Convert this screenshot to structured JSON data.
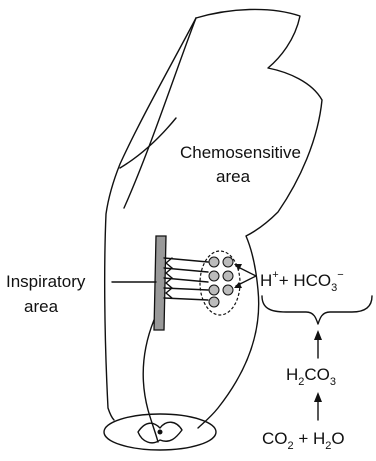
{
  "labels": {
    "chemosensitive_line1": "Chemosensitive",
    "chemosensitive_line2": "area",
    "inspiratory_line1": "Inspiratory",
    "inspiratory_line2": "area",
    "hplus_main": "H",
    "hplus_sup": "+",
    "plus1": "+ HCO",
    "hco3_sub": "3",
    "hco3_sup": "−",
    "carbonic_h": "H",
    "carbonic_h_sub": "2",
    "carbonic_co": "CO",
    "carbonic_co_sub": "3",
    "co2": "CO",
    "co2_sub": "2",
    "plus2": " + H",
    "water_sub": "2",
    "water_o": "O"
  }
}
